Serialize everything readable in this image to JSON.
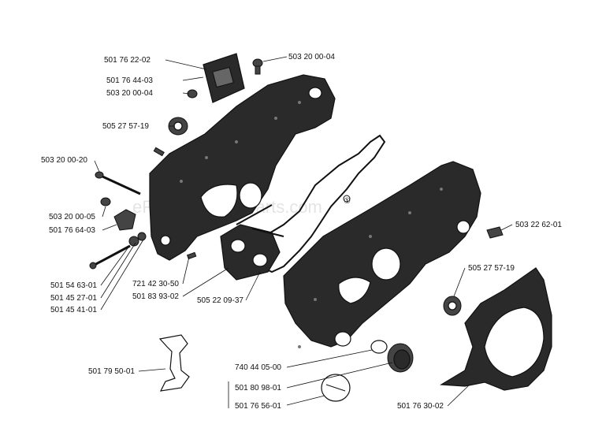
{
  "watermark": "eReplacementParts.com",
  "callout_marker": "①",
  "labels": [
    {
      "id": "l1",
      "text": "501 76 22-02"
    },
    {
      "id": "l2",
      "text": "503 20 00-04"
    },
    {
      "id": "l3",
      "text": "501 76 44-03"
    },
    {
      "id": "l4",
      "text": "503 20 00-04"
    },
    {
      "id": "l5",
      "text": "505 27 57-19"
    },
    {
      "id": "l6",
      "text": "503 20 00-20"
    },
    {
      "id": "l7",
      "text": "503 20 00-05"
    },
    {
      "id": "l8",
      "text": "501 76 64-03"
    },
    {
      "id": "l9",
      "text": "503 22 62-01"
    },
    {
      "id": "l10",
      "text": "501 54 63-01"
    },
    {
      "id": "l11",
      "text": "721 42 30-50"
    },
    {
      "id": "l12",
      "text": "505 27 57-19"
    },
    {
      "id": "l13",
      "text": "501 45 27-01"
    },
    {
      "id": "l14",
      "text": "501 83 93-02"
    },
    {
      "id": "l15",
      "text": "505 22 09-37"
    },
    {
      "id": "l16",
      "text": "501 45 41-01"
    },
    {
      "id": "l17",
      "text": "501 79 50-01"
    },
    {
      "id": "l18",
      "text": "740 44 05-00"
    },
    {
      "id": "l19",
      "text": "501 80 98-01"
    },
    {
      "id": "l20",
      "text": "501 76 56-01"
    },
    {
      "id": "l21",
      "text": "501 76 30-02"
    }
  ]
}
